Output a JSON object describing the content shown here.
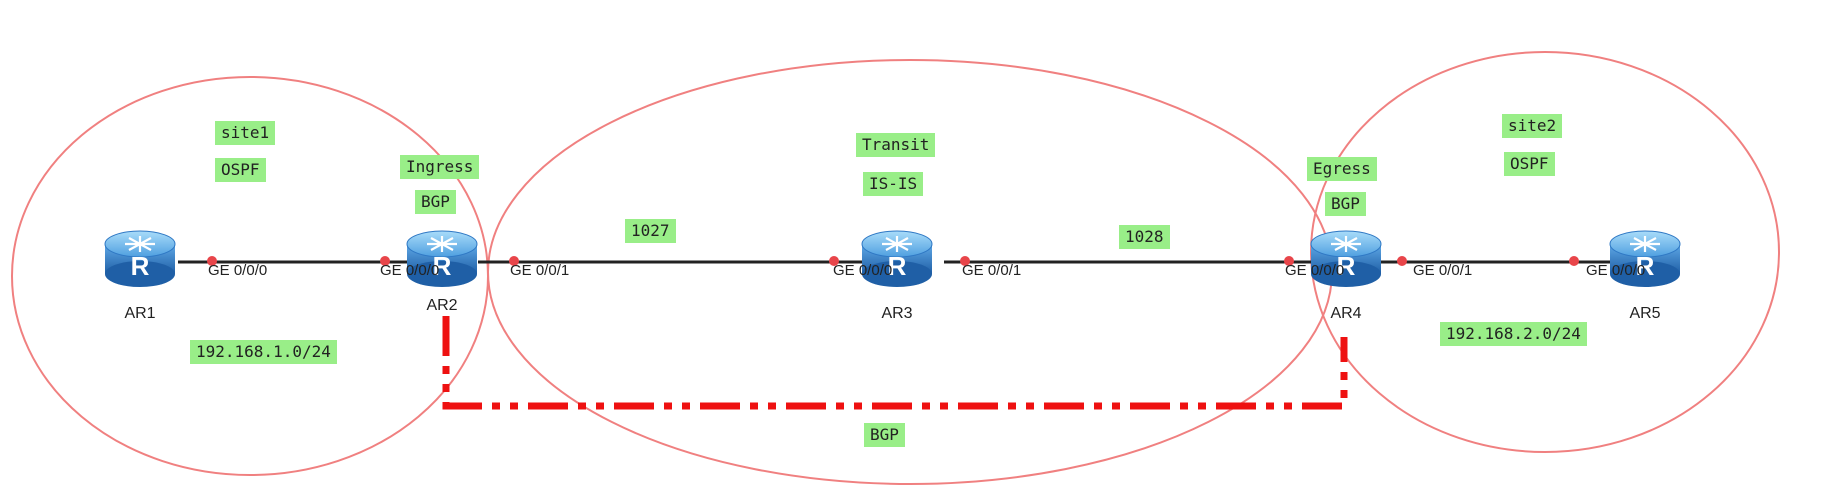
{
  "colors": {
    "zone_outline": "#f08080",
    "link": "#222222",
    "port_dot": "#e8454a",
    "bgp_session": "#ee1111",
    "label_bg": "#99ee88",
    "router_body": "#3a86d0",
    "router_top": "#7bc0f0"
  },
  "zones": {
    "site1": {
      "name": "site1",
      "protocol": "OSPF",
      "network": "192.168.1.0/24"
    },
    "transit": {
      "name": "Transit",
      "protocol": "IS-IS",
      "label_left": "1027",
      "label_right": "1028"
    },
    "site2": {
      "name": "site2",
      "protocol": "OSPF",
      "network": "192.168.2.0/24"
    }
  },
  "roles": {
    "ingress": {
      "role": "Ingress",
      "protocol": "BGP"
    },
    "egress": {
      "role": "Egress",
      "protocol": "BGP"
    }
  },
  "bgp_session": {
    "label": "BGP"
  },
  "devices": {
    "ar1": {
      "name": "AR1",
      "icon": "router-icon",
      "port": "GE 0/0/0"
    },
    "ar2": {
      "name": "AR2",
      "icon": "router-icon",
      "port_left": "GE 0/0/0",
      "port_right": "GE 0/0/1"
    },
    "ar3": {
      "name": "AR3",
      "icon": "router-icon",
      "port_left": "GE 0/0/0",
      "port_right": "GE 0/0/1"
    },
    "ar4": {
      "name": "AR4",
      "icon": "router-icon",
      "port_left": "GE 0/0/0",
      "port_right": "GE 0/0/1"
    },
    "ar5": {
      "name": "AR5",
      "icon": "router-icon",
      "port": "GE 0/0/0"
    }
  }
}
